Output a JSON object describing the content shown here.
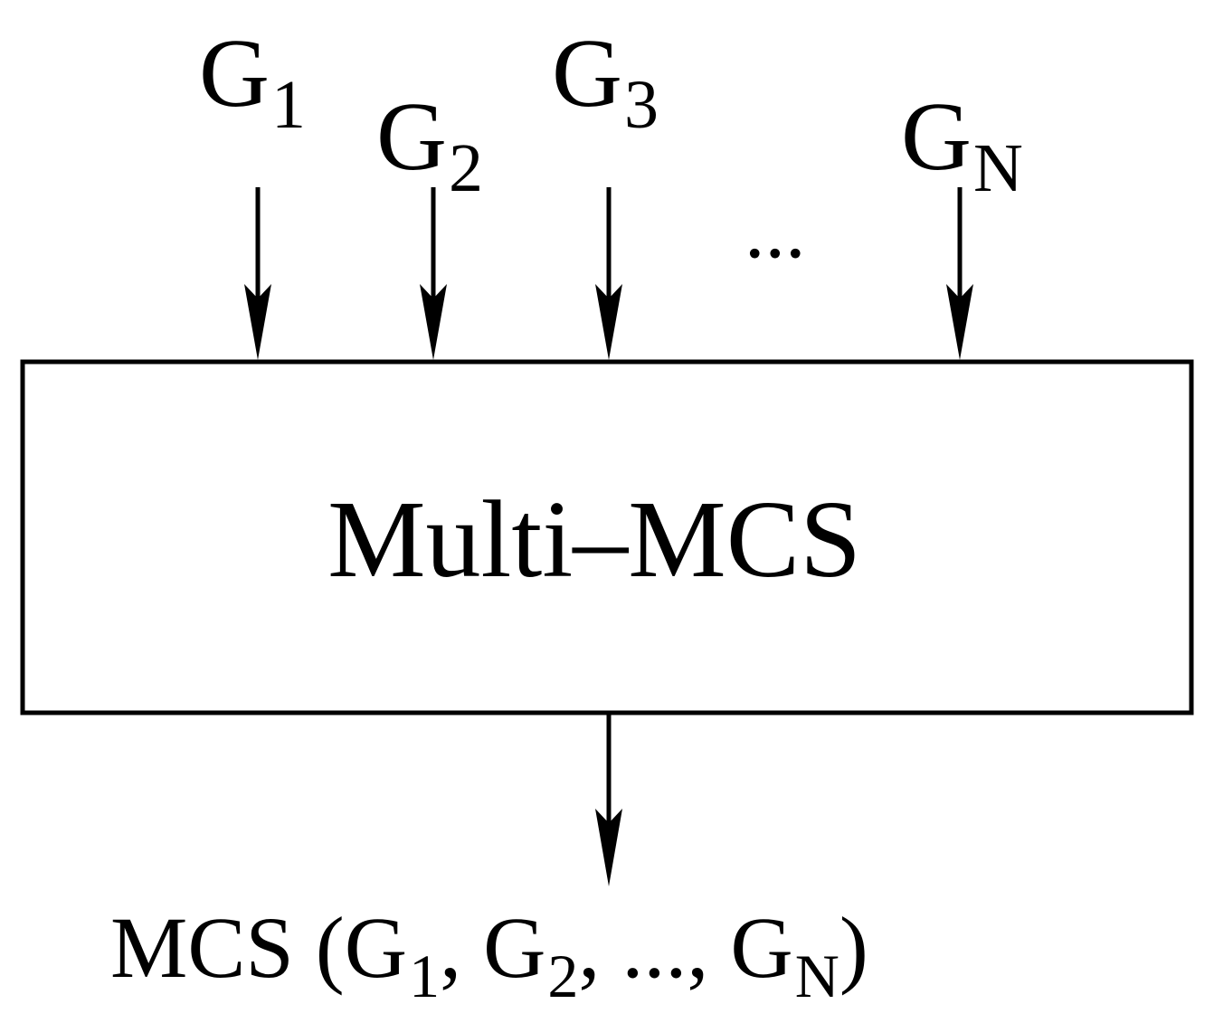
{
  "diagram": {
    "inputs": [
      {
        "id": "g1",
        "base": "G",
        "sub": "1"
      },
      {
        "id": "g2",
        "base": "G",
        "sub": "2"
      },
      {
        "id": "g3",
        "base": "G",
        "sub": "3"
      },
      {
        "id": "gn",
        "base": "G",
        "sub": "N"
      }
    ],
    "ellipsis": "...",
    "box_label": "Multi–MCS",
    "output": {
      "prefix": "MCS (",
      "g1_base": "G",
      "g1_sub": "1",
      "sep1": ", ",
      "g2_base": "G",
      "g2_sub": "2",
      "sep2": ", ..., ",
      "gn_base": "G",
      "gn_sub": "N",
      "suffix": ")"
    },
    "colors": {
      "stroke": "#000000",
      "background": "#ffffff"
    }
  }
}
